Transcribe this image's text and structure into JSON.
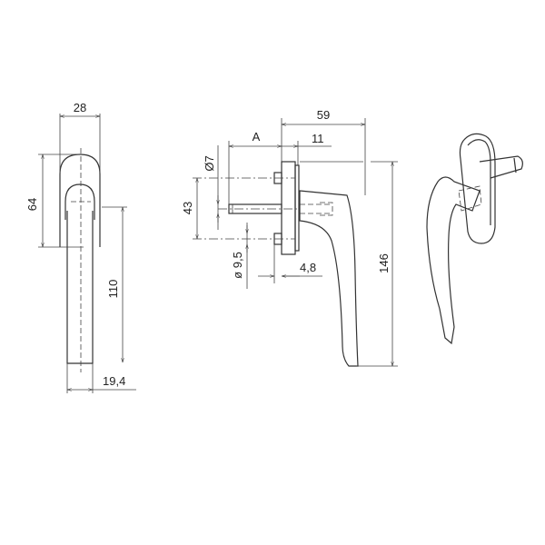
{
  "front_view": {
    "width": "28",
    "rosette_height": "64",
    "lever_length": "110",
    "lever_thickness": "19,4"
  },
  "side_view": {
    "depth": "59",
    "spindle_length": "A",
    "rosette_depth": "11",
    "screw_diameter": "Ø7",
    "screw_spacing": "43",
    "spindle_diameter": "ø 9,5",
    "offset": "4,8",
    "height": "146"
  },
  "colors": {
    "line": "#333333",
    "background": "#ffffff"
  }
}
